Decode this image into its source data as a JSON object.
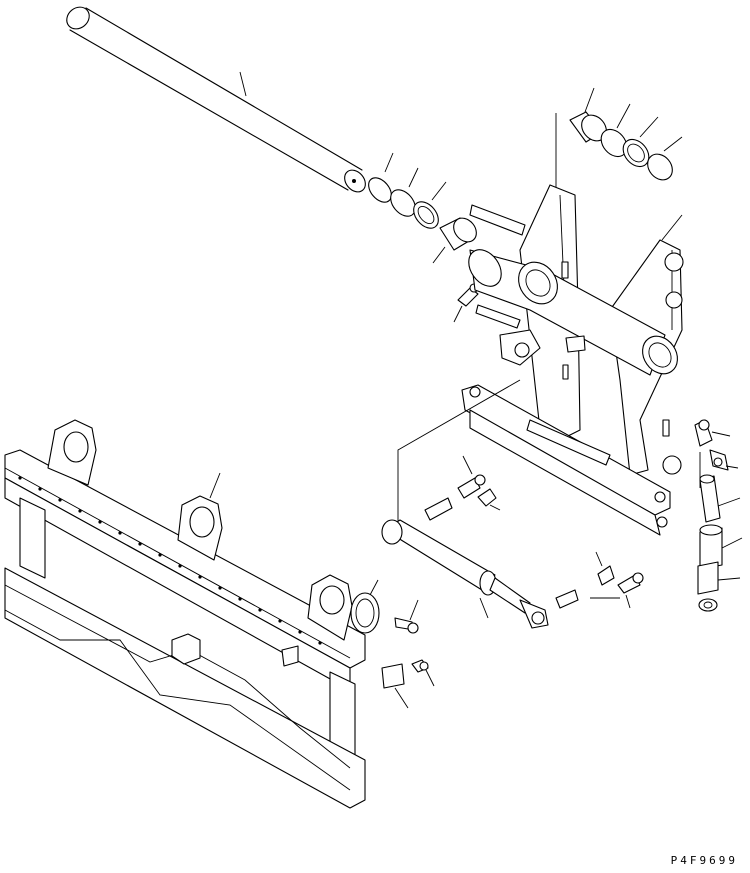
{
  "drawing": {
    "code": "P4F9699"
  },
  "parts": [
    {
      "name": "pin-tube"
    },
    {
      "name": "snap-ring"
    },
    {
      "name": "shim-ring"
    },
    {
      "name": "bushing"
    },
    {
      "name": "grease-fitting"
    },
    {
      "name": "frame-bracket"
    },
    {
      "name": "fork-carriage"
    },
    {
      "name": "cover-plate"
    },
    {
      "name": "bolt"
    },
    {
      "name": "hydraulic-cylinder"
    },
    {
      "name": "elbow-fitting"
    },
    {
      "name": "connector"
    },
    {
      "name": "spacer"
    },
    {
      "name": "washer"
    }
  ]
}
